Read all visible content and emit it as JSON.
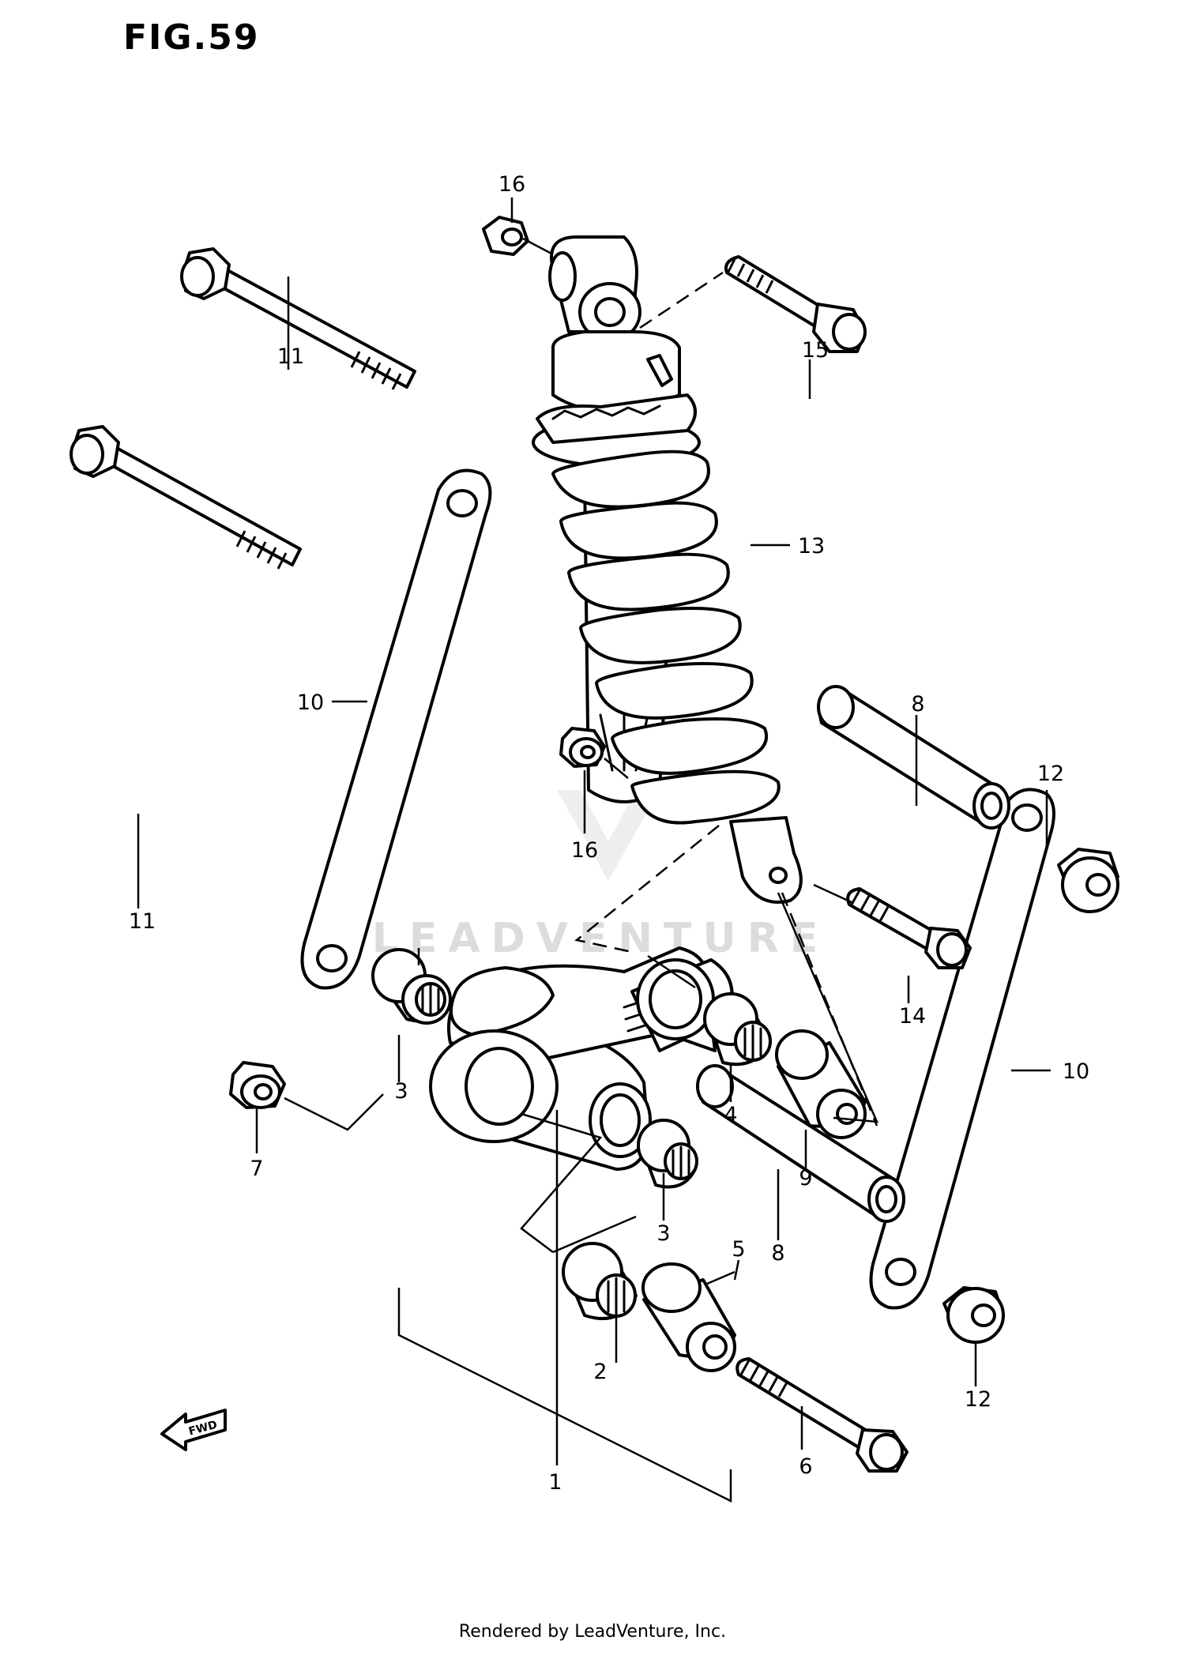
{
  "figure": {
    "title": "FIG.59",
    "watermark": "LEADVENTURE",
    "footer": "Rendered by LeadVenture, Inc.",
    "fwd_label": "FWD"
  },
  "callouts": [
    {
      "id": "c1",
      "label": "1"
    },
    {
      "id": "c2",
      "label": "2"
    },
    {
      "id": "c3a",
      "label": "3"
    },
    {
      "id": "c3b",
      "label": "3"
    },
    {
      "id": "c4",
      "label": "4"
    },
    {
      "id": "c5",
      "label": "5"
    },
    {
      "id": "c6",
      "label": "6"
    },
    {
      "id": "c7",
      "label": "7"
    },
    {
      "id": "c8a",
      "label": "8"
    },
    {
      "id": "c8b",
      "label": "8"
    },
    {
      "id": "c9",
      "label": "9"
    },
    {
      "id": "c10a",
      "label": "10"
    },
    {
      "id": "c10b",
      "label": "10"
    },
    {
      "id": "c11a",
      "label": "11"
    },
    {
      "id": "c11b",
      "label": "11"
    },
    {
      "id": "c12a",
      "label": "12"
    },
    {
      "id": "c12b",
      "label": "12"
    },
    {
      "id": "c13",
      "label": "13"
    },
    {
      "id": "c14",
      "label": "14"
    },
    {
      "id": "c15",
      "label": "15"
    },
    {
      "id": "c16a",
      "label": "16"
    },
    {
      "id": "c16b",
      "label": "16"
    }
  ],
  "colors": {
    "ink": "#000000",
    "paper": "#ffffff",
    "watermark": "#dcdcdc"
  }
}
